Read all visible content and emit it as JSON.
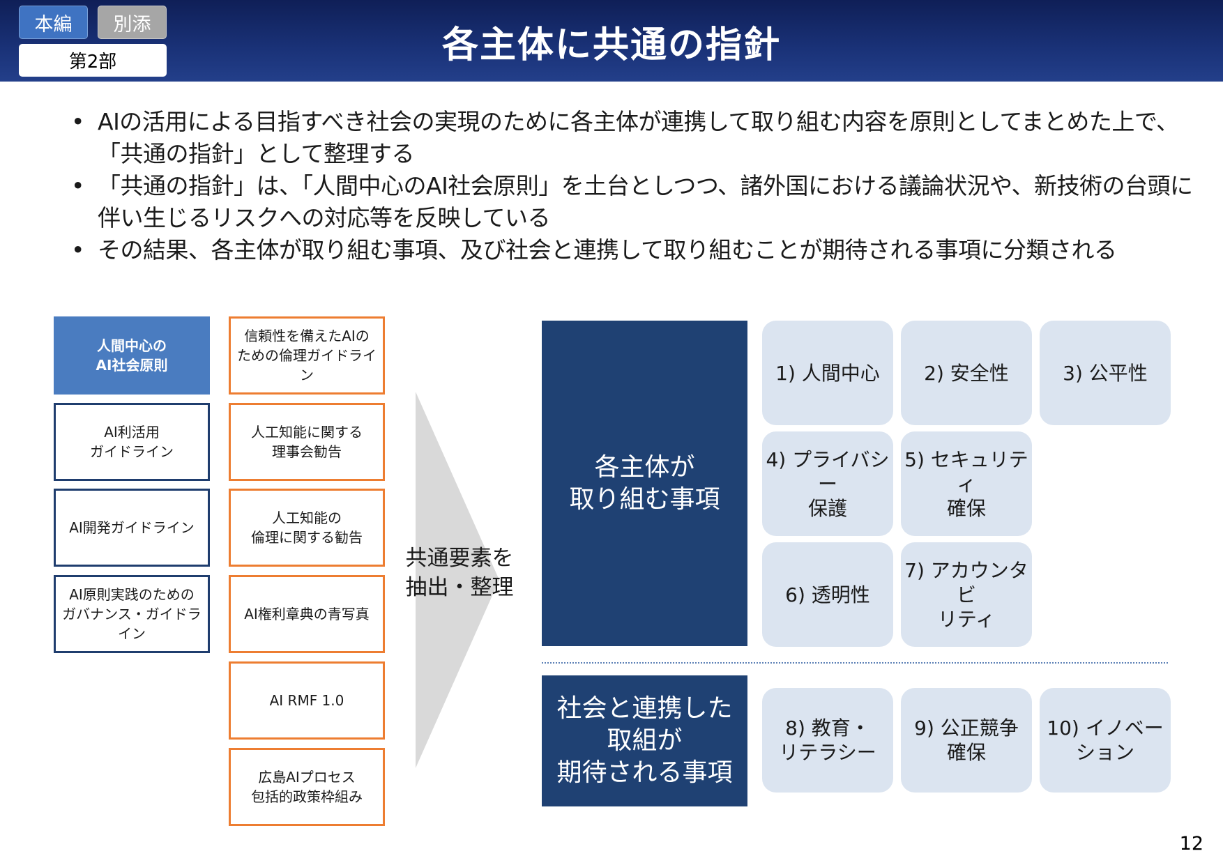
{
  "header": {
    "tab_main": "本編",
    "tab_annex": "別添",
    "part": "第2部",
    "title": "各主体に共通の指針"
  },
  "bullets": [
    "AIの活用による目指すべき社会の実現のために各主体が連携して取り組む内容を原則としてまとめた上で、「共通の指針」として整理する",
    "「共通の指針」は、「人間中心のAI社会原則」を土台としつつ、諸外国における議論状況や、新技術の台頭に伴い生じるリスクへの対応等を反映している",
    "その結果、各主体が取り組む事項、及び社会と連携して取り組むことが期待される事項に分類される"
  ],
  "sources_domestic": [
    "人間中心の\nAI社会原則",
    "AI利活用\nガイドライン",
    "AI開発ガイドライン",
    "AI原則実践のための\nガバナンス・ガイドライン"
  ],
  "sources_international": [
    "信頼性を備えたAIの\nための倫理ガイドライン",
    "人工知能に関する\n理事会勧告",
    "人工知能の\n倫理に関する勧告",
    "AI権利章典の青写真",
    "AI RMF 1.0",
    "広島AIプロセス\n包括的政策枠組み"
  ],
  "arrow_label": "共通要素を\n抽出・整理",
  "actor_box": "各主体が\n取り組む事項",
  "society_box": "社会と連携した\n取組が\n期待される事項",
  "principles_actor": [
    "1) 人間中心",
    "2) 安全性",
    "3) 公平性",
    "4) プライバシー\n保護",
    "5) セキュリティ\n確保",
    "6) 透明性",
    "7) アカウンタビ\nリティ"
  ],
  "principles_society": [
    "8) 教育・\nリテラシー",
    "9) 公正競争\n確保",
    "10) イノベー\nション"
  ],
  "page_number": "12",
  "colors": {
    "header_navy": "#1a3278",
    "accent_blue": "#4a7cc0",
    "dark_box": "#1f4173",
    "orange_border": "#ed7d31",
    "principle_bg": "#dbe4f0"
  }
}
